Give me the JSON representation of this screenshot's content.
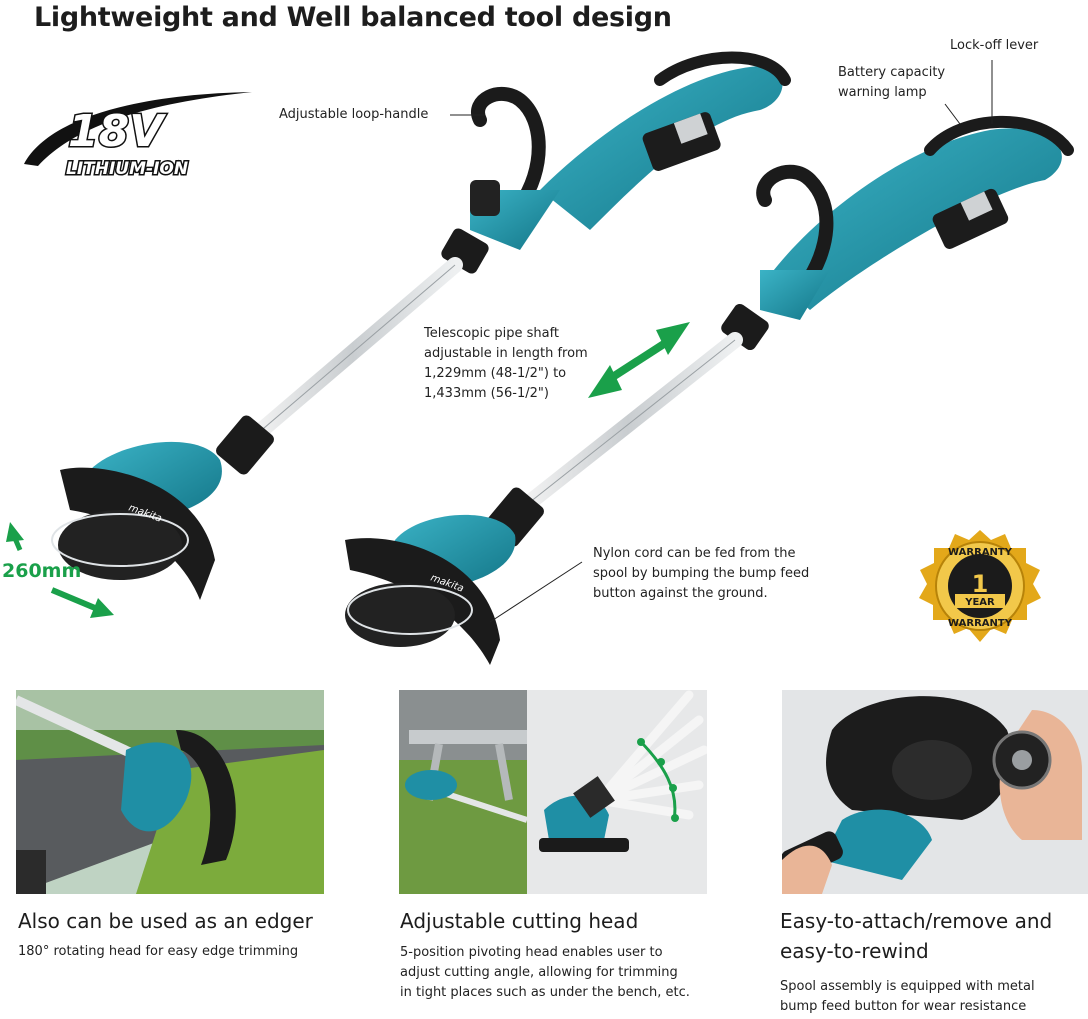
{
  "header": {
    "title": "Lightweight and Well balanced tool design"
  },
  "logo": {
    "voltage": "18V",
    "tech": "LITHIUM-ION"
  },
  "callouts": {
    "lock_off_lever": "Lock-off lever",
    "battery_lamp_line1": "Battery capacity",
    "battery_lamp_line2": "warning lamp",
    "loop_handle": "Adjustable loop-handle",
    "telescopic_line1": "Telescopic pipe shaft",
    "telescopic_line2": "adjustable in length from",
    "telescopic_line3": "1,229mm (48-1/2\") to",
    "telescopic_line4": "1,433mm (56-1/2\")",
    "nylon_line1": "Nylon cord can be fed from the",
    "nylon_line2": "spool by bumping the bump feed",
    "nylon_line3": "button against the ground.",
    "edger_width": "260mm"
  },
  "badge": {
    "top": "WARRANTY",
    "number": "1",
    "unit": "YEAR",
    "bottom": "WARRANTY"
  },
  "brand": "makita",
  "features": [
    {
      "title": "Also can be used as an edger",
      "desc_lines": [
        "180° rotating head for easy edge trimming"
      ]
    },
    {
      "title": "Adjustable cutting head",
      "desc_lines": [
        "5-position pivoting head enables user to",
        "adjust cutting angle, allowing for trimming",
        "in tight places such as under the bench, etc."
      ]
    },
    {
      "title_lines": [
        "Easy-to-attach/remove and",
        "easy-to-rewind"
      ],
      "desc_lines": [
        "Spool assembly is equipped with metal",
        "bump feed button for wear resistance"
      ]
    }
  ],
  "colors": {
    "tool_teal": "#1f8fa5",
    "arrow_green": "#1aa04a",
    "badge_gold": "#e3a81a"
  }
}
